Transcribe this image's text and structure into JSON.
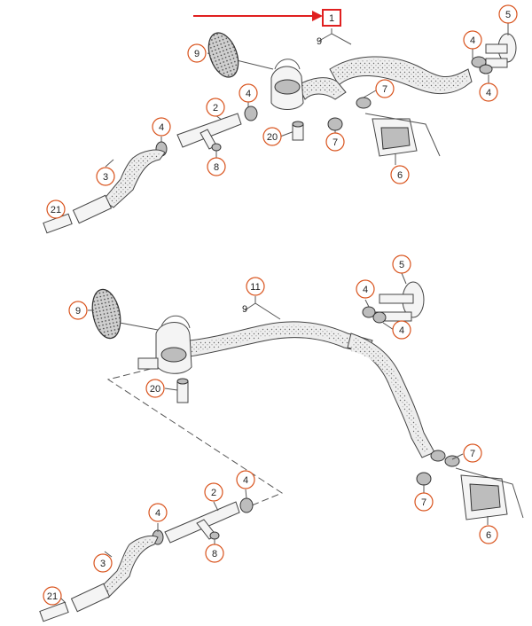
{
  "colors": {
    "callout_circle": "#d9541e",
    "highlight_box": "#e02020",
    "arrow": "#e02020",
    "linework": "#444444"
  },
  "diagram_top": {
    "callouts": [
      "1",
      "9",
      "5",
      "4",
      "4",
      "9",
      "4",
      "7",
      "2",
      "4",
      "20",
      "7",
      "6",
      "8",
      "3",
      "21"
    ]
  },
  "diagram_bottom": {
    "callouts": [
      "5",
      "11",
      "4",
      "9",
      "9",
      "4",
      "20",
      "7",
      "2",
      "4",
      "4",
      "7",
      "6",
      "8",
      "3",
      "21"
    ]
  }
}
